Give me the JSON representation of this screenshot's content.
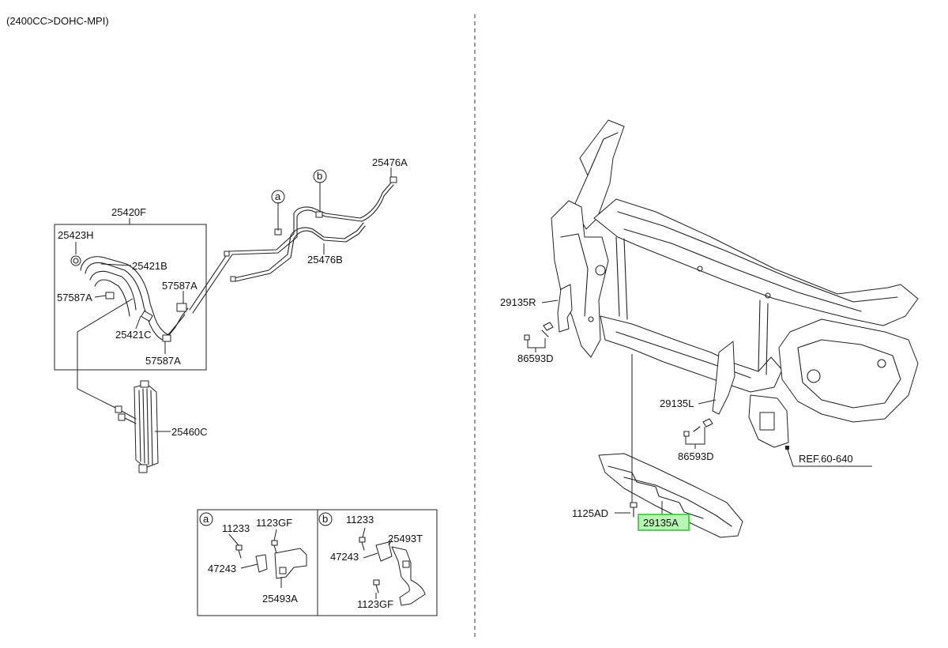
{
  "header": {
    "engine_note": "(2400CC>DOHC-MPI)"
  },
  "left_assembly": {
    "group_label": "25420F",
    "hose_parts": [
      {
        "id": "25423H"
      },
      {
        "id": "25421B"
      },
      {
        "id": "57587A"
      },
      {
        "id": "57587A"
      },
      {
        "id": "25421C"
      },
      {
        "id": "57587A"
      }
    ],
    "tube_parts": [
      {
        "id": "25476A"
      },
      {
        "id": "25476B"
      }
    ],
    "callouts": [
      "a",
      "b"
    ],
    "cooler": {
      "id": "25460C"
    }
  },
  "detail_a": {
    "marker": "a",
    "parts": [
      "11233",
      "1123GF",
      "47243",
      "25493A"
    ]
  },
  "detail_b": {
    "marker": "b",
    "parts": [
      "11233",
      "25493T",
      "47243",
      "1123GF"
    ]
  },
  "right_assembly": {
    "parts": [
      {
        "id": "29135R"
      },
      {
        "id": "86593D"
      },
      {
        "id": "29135L"
      },
      {
        "id": "86593D"
      },
      {
        "id": "REF.60-640"
      },
      {
        "id": "1125AD"
      },
      {
        "id": "29135A",
        "highlighted": true
      }
    ],
    "highlight_color": "#b7f5b3"
  }
}
